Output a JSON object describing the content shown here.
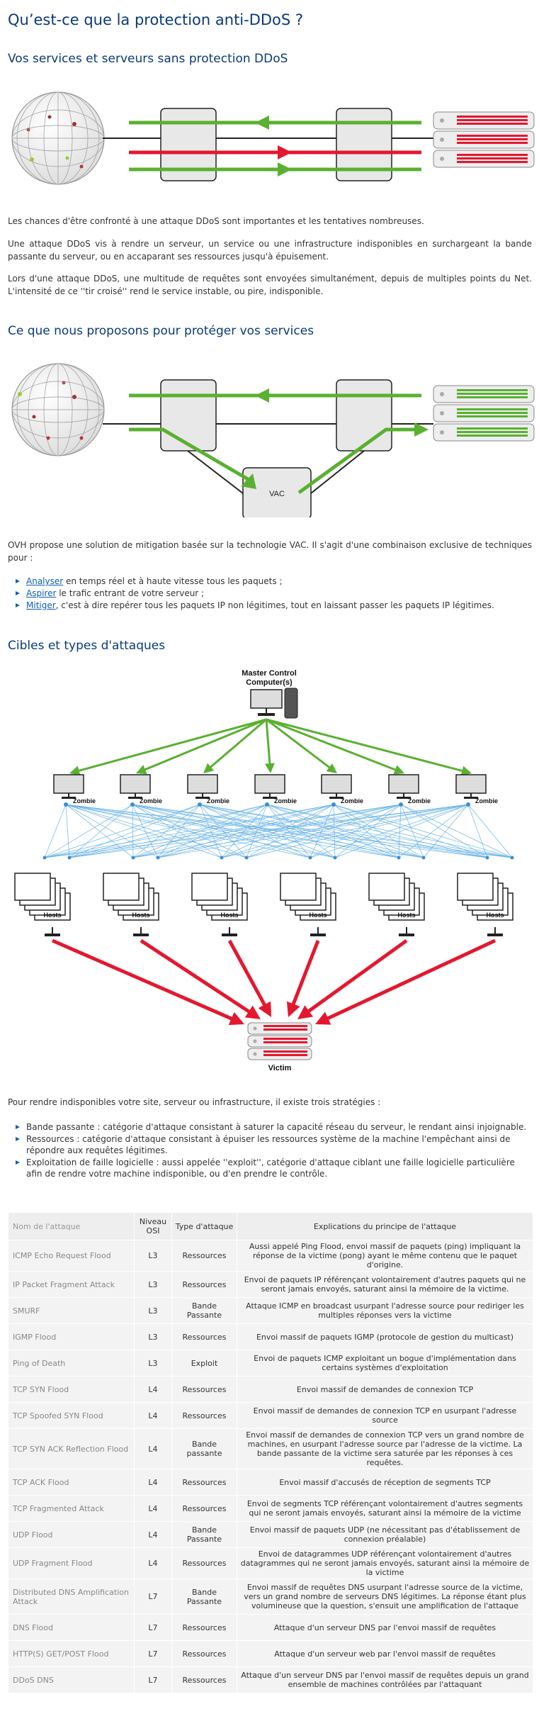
{
  "title": "Qu’est-ce que la protection anti-DDoS ?",
  "section1": {
    "heading": "Vos services et serveurs sans protection DDoS",
    "p1": "Les chances d'être confronté à une attaque DDoS sont importantes et les tentatives nombreuses.",
    "p2": "Une attaque DDoS vis à rendre un serveur, un service ou une infrastructure indisponibles en surchargeant la bande passante du serveur, ou en accaparant ses ressources jusqu'à épuisement.",
    "p3": "Lors d'une attaque DDoS, une multitude de requêtes sont envoyées simultanément, depuis de multiples points du Net. L'intensité de ce ''tir croisé'' rend le service instable, ou pire, indisponible."
  },
  "section2": {
    "heading": "Ce que nous proposons pour protéger vos services",
    "vac_label": "VAC",
    "intro": "OVH propose une solution de mitigation basée sur la technologie VAC. Il s'agit d'une combinaison exclusive de techniques pour :",
    "items": [
      {
        "link": "Analyser",
        "text": " en temps réel et à haute vitesse tous les paquets ;"
      },
      {
        "link": "Aspirer",
        "text": " le trafic entrant de votre serveur ;"
      },
      {
        "link": "Mitiger",
        "text": ", c'est à dire repérer tous les paquets IP non légitimes, tout en laissant passer les paquets IP légitimes."
      }
    ]
  },
  "section3": {
    "heading": "Cibles et types d'attaques",
    "diagram": {
      "master_line1": "Master Control",
      "master_line2": "Computer(s)",
      "zombie": "Zombie",
      "hosts": "Hosts",
      "victim": "Victim"
    },
    "intro": "Pour rendre indisponibles votre site, serveur ou infrastructure, il existe trois stratégies :",
    "items": [
      "Bande passante : catégorie d'attaque consistant à saturer la capacité réseau du serveur, le rendant ainsi injoignable.",
      "Ressources : catégorie d'attaque consistant à épuiser les ressources système de la machine l'empêchant ainsi de répondre aux requêtes légitimes.",
      "Exploitation de faille logicielle : aussi appelée ''exploit'', catégorie d'attaque ciblant une faille logicielle particulière afin de rendre votre machine indisponible, ou d'en prendre le contrôle."
    ]
  },
  "table": {
    "headers": [
      "Nom de l'attaque",
      "Niveau OSI",
      "Type d'attaque",
      "Explications du principe de l'attaque"
    ],
    "rows": [
      [
        "ICMP Echo Request Flood",
        "L3",
        "Ressources",
        "Aussi appelé Ping Flood, envoi massif de paquets (ping) impliquant la réponse de la victime (pong) ayant le même contenu que le paquet d'origine."
      ],
      [
        "IP Packet Fragment Attack",
        "L3",
        "Ressources",
        "Envoi de paquets IP référençant volontairement d'autres paquets qui ne seront jamais envoyés, saturant ainsi la mémoire de la victime."
      ],
      [
        "SMURF",
        "L3",
        "Bande Passante",
        "Attaque ICMP en broadcast usurpant l'adresse source pour rediriger les multiples réponses vers la victime"
      ],
      [
        "IGMP Flood",
        "L3",
        "Ressources",
        "Envoi massif de paquets IGMP (protocole de gestion du multicast)"
      ],
      [
        "Ping of Death",
        "L3",
        "Exploit",
        "Envoi de paquets ICMP exploitant un bogue d'implémentation dans certains systèmes d'exploitation"
      ],
      [
        "TCP SYN Flood",
        "L4",
        "Ressources",
        "Envoi massif de demandes de connexion TCP"
      ],
      [
        "TCP Spoofed SYN Flood",
        "L4",
        "Ressources",
        "Envoi massif de demandes de connexion TCP en usurpant l'adresse source"
      ],
      [
        "TCP SYN ACK Reflection Flood",
        "L4",
        "Bande passante",
        "Envoi massif de demandes de connexion TCP vers un grand nombre de machines, en usurpant l'adresse source par l'adresse de la victime. La bande passante de la victime sera saturée par les réponses à ces requêtes."
      ],
      [
        "TCP ACK Flood",
        "L4",
        "Ressources",
        "Envoi massif d'accusés de réception de segments TCP"
      ],
      [
        "TCP Fragmented Attack",
        "L4",
        "Ressources",
        "Envoi de segments TCP référençant volontairement d'autres segments qui ne seront jamais envoyés, saturant ainsi la mémoire de la victime"
      ],
      [
        "UDP Flood",
        "L4",
        "Bande Passante",
        "Envoi massif de paquets UDP (ne nécessitant pas d'établissement de connexion préalable)"
      ],
      [
        "UDP Fragment Flood",
        "L4",
        "Ressources",
        "Envoi de datagrammes UDP référençant volontairement d'autres datagrammes qui ne seront jamais envoyés, saturant ainsi la mémoire de la victime"
      ],
      [
        "Distributed DNS Amplification Attack",
        "L7",
        "Bande Passante",
        "Envoi massif de requêtes DNS usurpant l'adresse source de la victime, vers un grand nombre de serveurs DNS légitimes. La réponse étant plus volumineuse que la question, s'ensuit une amplification de l'attaque"
      ],
      [
        "DNS Flood",
        "L7",
        "Ressources",
        "Attaque d'un serveur DNS par l'envoi massif de requêtes"
      ],
      [
        "HTTP(S) GET/POST Flood",
        "L7",
        "Ressources",
        "Attaque d'un serveur web par l'envoi massif de requêtes"
      ],
      [
        "DDoS DNS",
        "L7",
        "Ressources",
        "Attaque d'un serveur DNS par l'envoi massif de requêtes depuis un grand ensemble de machines contrôlées par l'attaquant"
      ]
    ]
  },
  "colors": {
    "heading": "#0a3a78",
    "green": "#5ab031",
    "red": "#e3182f",
    "link": "#0a5fb4"
  }
}
